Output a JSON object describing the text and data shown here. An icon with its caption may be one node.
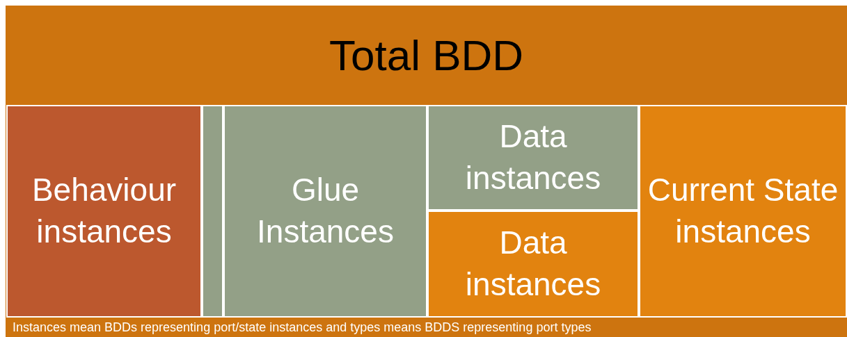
{
  "diagram": {
    "nodes": [
      {
        "text": [
          "Total BDD"
        ]
      },
      {
        "text": [
          "Behaviour instances"
        ],
        "in": 0
      },
      {
        "text": [],
        "shape": "box",
        "in": 0
      },
      {
        "text": [
          "Glue Instances"
        ],
        "in": 0
      },
      {
        "text": [
          "Data instances"
        ],
        "in": 0
      },
      {
        "text": [
          "Data instances"
        ],
        "in": 0
      },
      {
        "text": [
          "Current State instances"
        ],
        "in": 0
      }
    ],
    "labels": [
      "Instances mean BDDs representing port/state instances and types means BDDS representing port types"
    ]
  }
}
